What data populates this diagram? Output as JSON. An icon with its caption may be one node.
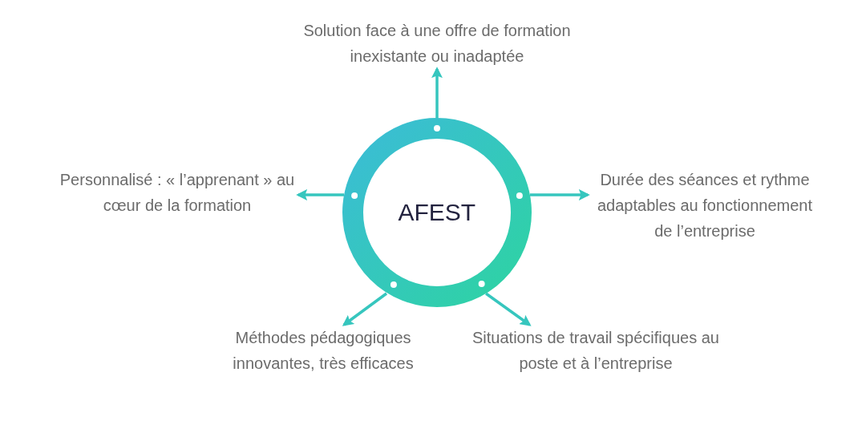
{
  "diagram": {
    "nodes": [
      {
        "text": [
          "AFEST"
        ]
      },
      {
        "text": [
          "Solution face à une offre de formation inexistante ou inadaptée"
        ]
      },
      {
        "text": [
          "Durée des séances et rythme adaptables au fonctionnement de l’entreprise"
        ]
      },
      {
        "text": [
          "Situations de travail spécifiques au poste et à l’entreprise"
        ]
      },
      {
        "text": [
          "Méthodes pédagogiques innovantes, très efficaces"
        ]
      },
      {
        "text": [
          "Personnalisé : « l’apprenant » au cœur de la formation"
        ]
      }
    ],
    "edges": [
      {
        "from": 0,
        "to": 1,
        "arrow": "to"
      },
      {
        "from": 0,
        "to": 2,
        "arrow": "to"
      },
      {
        "from": 0,
        "to": 3,
        "arrow": "to"
      },
      {
        "from": 0,
        "to": 4,
        "arrow": "to"
      },
      {
        "from": 0,
        "to": 5,
        "arrow": "to"
      }
    ]
  }
}
